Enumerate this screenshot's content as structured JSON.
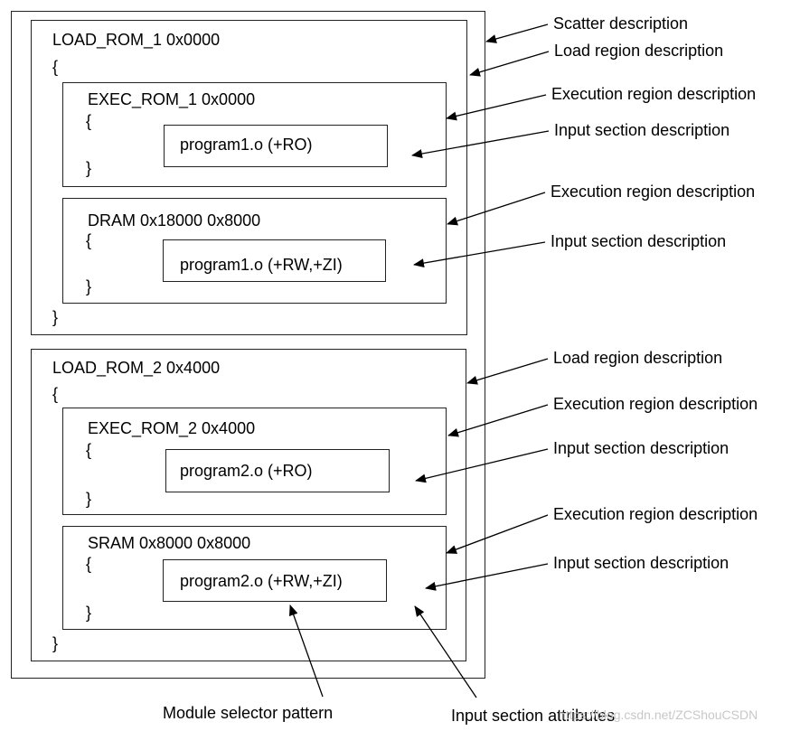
{
  "scatter": {
    "load_regions": [
      {
        "header": "LOAD_ROM_1 0x0000",
        "open": "{",
        "close": "}",
        "exec_regions": [
          {
            "header": "EXEC_ROM_1 0x0000",
            "open": "{",
            "close": "}",
            "input_section": "program1.o (+RO)"
          },
          {
            "header": "DRAM 0x18000 0x8000",
            "open": "{",
            "close": "}",
            "input_section": "program1.o (+RW,+ZI)"
          }
        ]
      },
      {
        "header": "LOAD_ROM_2 0x4000",
        "open": "{",
        "close": "}",
        "exec_regions": [
          {
            "header": "EXEC_ROM_2 0x4000",
            "open": "{",
            "close": "}",
            "input_section": "program2.o (+RO)"
          },
          {
            "header": "SRAM 0x8000 0x8000",
            "open": "{",
            "close": "}",
            "input_section": "program2.o (+RW,+ZI)"
          }
        ]
      }
    ]
  },
  "labels": {
    "scatter": "Scatter description",
    "load1": "Load region description",
    "exec1": "Execution region description",
    "input1": "Input section description",
    "exec2": "Execution region description",
    "input2": "Input section description",
    "load2": "Load region description",
    "exec3": "Execution region description",
    "input3": "Input section description",
    "exec4": "Execution region description",
    "input4": "Input section description",
    "module_selector": "Module selector pattern",
    "input_attrs": "Input section attributes"
  },
  "watermark": "https://blog.csdn.net/ZCShouCSDN"
}
